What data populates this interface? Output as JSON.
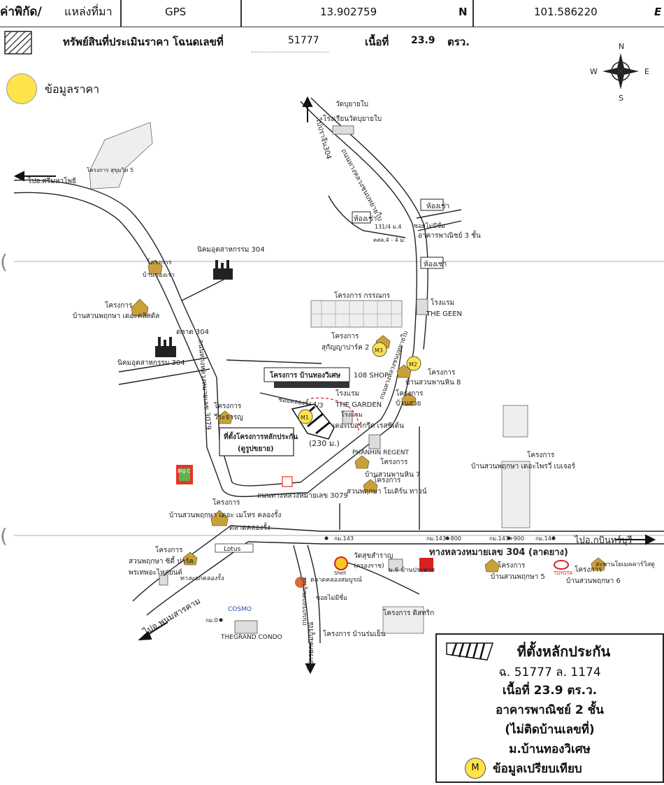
{
  "header": {
    "coord_label": "ค่าพิกัด/",
    "source_label": "แหล่งที่มา",
    "source_value": "GPS",
    "lat_value": "13.902759",
    "lat_dir": "N",
    "lon_value": "101.586220",
    "lon_dir": "E"
  },
  "property": {
    "label": "ทรัพย์สินที่ประเมินราคา โฉนดเลขที่",
    "deed_no": "51777",
    "area_label": "เนื้อที่",
    "area_value": "23.9",
    "area_unit": "ตรว."
  },
  "price_legend": "ข้อมูลราคา",
  "compass": {
    "n": "N",
    "s": "S",
    "e": "E",
    "w": "W"
  },
  "map": {
    "to_sriracha": "ไปอ.ศรีมหาโพธิ",
    "to_304_top": "ไปปราจีน304",
    "to_kabinburi": "ไปอ.กบินทร์บุรี",
    "to_phanom": "ไปอ.พนมสารคาม",
    "to_south": "ไปกรอกสมบูรณ์",
    "wat": "วัดบุยายใบ",
    "school": "โรงเรียนวัดบุยายใบ",
    "sukhumvit5": "โครงการ สุขุมวิท 5",
    "rd_bu_yai_bai": "ถนนทางหลวงชนบทยายใบ",
    "shophouse1": "ห้องเช่า",
    "shophouse2": "ห้องเช่า",
    "shophouse3": "ห้องเช่า",
    "num_131": "131/4 ม.4",
    "soi_mai_rit": "ซอยไม่มีชื่อ",
    "commercial3": "อาคารพาณิชย์ 3 ชั้น",
    "ks": "คสล.4 - 4 ม.",
    "industrial1": "นิคมอุตสาหกรรม 304",
    "industrial2": "นิคมอุตสาหกรรม 304",
    "proj_baan_rao1": "โครงการ",
    "proj_baan_rao2": "บ้านของเรา",
    "proj_suan_city1": "โครงการ",
    "proj_suan_city2": "บ้านสวนพฤกษา เดอะคลิสตัล",
    "market304": "ตลาด 304",
    "korn": "โครงการ กรรณกร",
    "hotel_geen1": "โรงแรม",
    "hotel_geen2": "THE GEEN",
    "suk2_1": "โครงการ",
    "suk2_2": "สุกัญญาปาร์ค 2",
    "m1": "M1",
    "m2": "M2",
    "m3": "M3",
    "proj_panhin8_1": "โครงการ",
    "proj_panhin8_2": "บ้านสวนพานหิน 8",
    "proj_thong": "โครงการ บ้านทองวิเศษ",
    "shop108": "108 SHOP",
    "hotel_garden1": "โรงแรม",
    "hotel_garden2": "THE GARDEN",
    "proj_suay1": "โครงการ",
    "proj_suay2": "บ้านสวย",
    "rd_304b": "ถนนทางหลวงชนบทยายใบ",
    "soi_klong": "ซอยคลองรั้ง 1/3",
    "hotel3": "โรงแรม",
    "proj_veracharn1": "โครงการ",
    "proj_veracharn2": "วีระจารญ",
    "main_project1": "ที่ตั้งโครงการหลักประกัน",
    "main_project2": "(ดูรูปขยาย)",
    "dist": "(230 ม.)",
    "residence": "เดอะเบอร์กรีด เรสซิเด้น",
    "phanhin_regent": "PHANHIN REGENT",
    "proj_panhin7_1": "โครงการ",
    "proj_panhin7_2": "บ้านสวนพานหิน 7",
    "proj_modern1": "โครงการ",
    "proj_modern2": "สวนพฤกษา โมเดิร์น ทาวน์",
    "proj_future1": "โครงการ",
    "proj_future2": "บ้านสวนพฤกษา เดอะไพรวี่ เบเจอร์",
    "rd_3079a": "ถนนทางหลวงหมายเลข 3079",
    "rd_3079b": "ถนนทางหลวงหมายเลข 3079",
    "big_c": "Big C",
    "proj_metro1": "โครงการ",
    "proj_metro2": "บ้านสวนพฤกษา เดอะ เมโทร คลองรั้ง",
    "klong_market": "ตลาดคลองรั้ง",
    "km143": "กม.143",
    "km143_800": "กม.143+800",
    "km143_900": "กม.143+900",
    "km144": "กม.144",
    "rd_304": "ทางหลวงหมายเลข 304 (ลาดยาง)",
    "proj_city_park1": "โครงการ",
    "proj_city_park2": "สวนพฤกษา ซิตี้ ปาร์ค",
    "lotus": "Lotus",
    "junction": "ทางแยกคลองรั้ง",
    "wat_sukh1": "วัดสุขสำราญ",
    "wat_sukh2": "(ครองราช)",
    "shell": "Shell",
    "ban_pra": "ม.6 บ้านประพาส",
    "proj_p5_1": "โครงการ",
    "proj_p5_2": "บ้านสวนพฤกษา 5",
    "toyota": "TOYOTA",
    "proj_p6_1": "โครงการ",
    "proj_p6_2": "บ้านสวนพฤกษา 6",
    "market_ok": "ตลาดคลองสมบูรณ์",
    "soi2": "ซอยไม่มีชื่อ",
    "pra_thep": "พรเทพอะไหล่ยนต์",
    "rd_krok": "ถนนกรอกสมบูรณ์",
    "km0": "กม.0",
    "cosmo": "COSMO",
    "grand_condo": "THEGRAND CONDO",
    "proj_ritthi": "โครงการ ดิสทริก",
    "proj_baan_rom": "โครงการ บ้านร่มเย็น",
    "sapan": "สะพานโยเมคคาร์วิสตู"
  },
  "legend": {
    "title": "ที่ตั้งหลักประกัน",
    "line1": "ฉ. 51777 ล. 1174",
    "line2": "เนื้อที่ 23.9 ตร.ว.",
    "line3": "อาคารพาณิชย์ 2 ชั้น",
    "line4": "(ไม่ติดบ้านเลขที่)",
    "line5": "ม.บ้านทองวิเศษ",
    "m_symbol": "M",
    "line6": "ข้อมูลเปรียบเทียบ"
  },
  "colors": {
    "marker_yellow": "#ffe34a",
    "line": "#222222",
    "house_orange": "#c9a13b",
    "red": "#d82020"
  }
}
